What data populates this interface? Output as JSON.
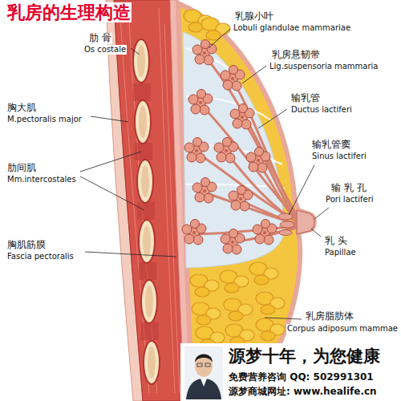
{
  "diagram": {
    "title": "乳房的生理构造",
    "labels": [
      "肋 骨",
      "Os costale",
      "胸大肌",
      "M.pectoralis major",
      "肋间肌",
      "Mm.intercostales",
      "胸肌筋膜",
      "Fascia pectoralis",
      "乳腺小叶",
      "Lobuli glandulae mammariae",
      "乳房悬韧带",
      "Lig.suspensoria mammaria",
      "输乳管",
      "Ductus lactiferi",
      "输乳管窦",
      "Sinus lactiferi",
      "输 乳 孔",
      "Pori lactiferi",
      "乳 头",
      "Papillae",
      "乳房脂肪体",
      "Corpus adiposum mammae",
      "源梦十年，为您健康",
      "免费营养咨询 QQ: 502991301",
      "源梦商城网址: www.healife.cn"
    ]
  }
}
